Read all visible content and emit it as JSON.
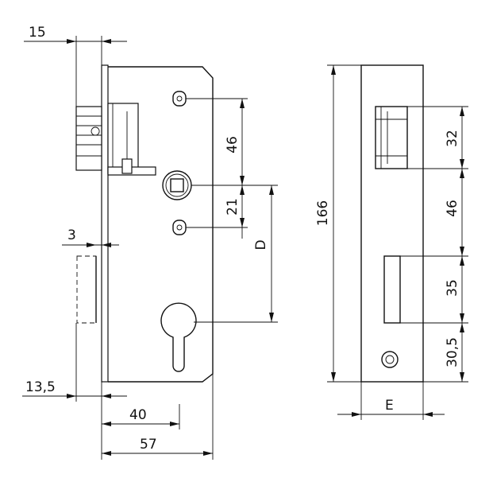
{
  "side_view": {
    "dims": {
      "backset_top": "15",
      "faceplate_thickness": "3",
      "bottom_offset": "13,5",
      "backset": "40",
      "case_depth": "57",
      "spindle_to_upper_screw": "46",
      "spindle_to_lower_screw": "21",
      "distance_label": "D"
    }
  },
  "front_view": {
    "dims": {
      "total_height": "166",
      "latch_height": "32",
      "latch_to_bolt": "46",
      "bolt_height": "35",
      "bolt_to_screw": "30,5",
      "width_label": "E"
    }
  }
}
